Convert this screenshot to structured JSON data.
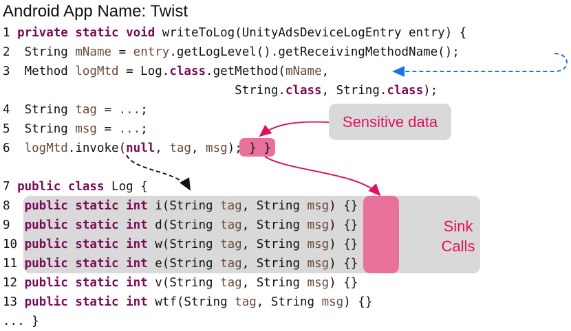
{
  "title": "Android App Name: Twist",
  "sensitive_label": "Sensitive data",
  "sink_label_1": "Sink",
  "sink_label_2": "Calls",
  "colors": {
    "keyword": "#7a0a57",
    "variable": "#6b4a3a",
    "dots": "#1f3fcf",
    "highlight": "#e7719a",
    "label": "#e0115f",
    "box": "#d9d9d9"
  },
  "lines": [
    {
      "id": "l1",
      "tokens": [
        [
          "plain",
          "1 "
        ],
        [
          "kw",
          "private static void"
        ],
        [
          "plain",
          " writeToLog(UnityAdsDeviceLogEntry entry) {"
        ]
      ]
    },
    {
      "id": "l2",
      "tokens": [
        [
          "plain",
          "2  String "
        ],
        [
          "var",
          "mName"
        ],
        [
          "plain",
          " = "
        ],
        [
          "var",
          "entry"
        ],
        [
          "plain",
          ".getLogLevel().getReceivingMethodName();"
        ]
      ]
    },
    {
      "id": "l3",
      "tokens": [
        [
          "plain",
          "3  Method "
        ],
        [
          "var",
          "logMtd"
        ],
        [
          "plain",
          " = Log."
        ],
        [
          "kw",
          "class"
        ],
        [
          "plain",
          ".getMethod("
        ],
        [
          "var",
          "mName"
        ],
        [
          "plain",
          ","
        ]
      ]
    },
    {
      "id": "l3b",
      "tokens": [
        [
          "plain",
          "                                String."
        ],
        [
          "kw",
          "class"
        ],
        [
          "plain",
          ", String."
        ],
        [
          "kw",
          "class"
        ],
        [
          "plain",
          ");"
        ]
      ]
    },
    {
      "id": "l4",
      "tokens": [
        [
          "plain",
          "4  String "
        ],
        [
          "var",
          "tag"
        ],
        [
          "plain",
          " = "
        ],
        [
          "dots",
          "..."
        ],
        [
          "plain",
          ";"
        ]
      ]
    },
    {
      "id": "l5",
      "tokens": [
        [
          "plain",
          "5  String "
        ],
        [
          "var",
          "msg"
        ],
        [
          "plain",
          " = "
        ],
        [
          "dots",
          "..."
        ],
        [
          "plain",
          ";"
        ]
      ]
    },
    {
      "id": "l6",
      "tokens": [
        [
          "plain",
          "6  "
        ],
        [
          "var",
          "logMtd"
        ],
        [
          "plain",
          ".invoke("
        ],
        [
          "kw",
          "null"
        ],
        [
          "plain",
          ", "
        ],
        [
          "var",
          "tag"
        ],
        [
          "plain",
          ", "
        ],
        [
          "var",
          "msg"
        ],
        [
          "plain",
          "); } }"
        ]
      ]
    },
    {
      "id": "l7",
      "tokens": [
        [
          "plain",
          "7 "
        ],
        [
          "kw",
          "public class"
        ],
        [
          "plain",
          " Log {"
        ]
      ]
    },
    {
      "id": "l8",
      "tokens": [
        [
          "plain",
          "8  "
        ],
        [
          "kw",
          "public static int"
        ],
        [
          "plain",
          " i(String "
        ],
        [
          "var",
          "tag"
        ],
        [
          "plain",
          ", String "
        ],
        [
          "var",
          "msg"
        ],
        [
          "plain",
          ") {}"
        ]
      ]
    },
    {
      "id": "l9",
      "tokens": [
        [
          "plain",
          "9  "
        ],
        [
          "kw",
          "public static int"
        ],
        [
          "plain",
          " d(String "
        ],
        [
          "var",
          "tag"
        ],
        [
          "plain",
          ", String "
        ],
        [
          "var",
          "msg"
        ],
        [
          "plain",
          ") {}"
        ]
      ]
    },
    {
      "id": "l10",
      "tokens": [
        [
          "plain",
          "10 "
        ],
        [
          "kw",
          "public static int"
        ],
        [
          "plain",
          " w(String "
        ],
        [
          "var",
          "tag"
        ],
        [
          "plain",
          ", String "
        ],
        [
          "var",
          "msg"
        ],
        [
          "plain",
          ") {}"
        ]
      ]
    },
    {
      "id": "l11",
      "tokens": [
        [
          "plain",
          "11 "
        ],
        [
          "kw",
          "public static int"
        ],
        [
          "plain",
          " e(String "
        ],
        [
          "var",
          "tag"
        ],
        [
          "plain",
          ", String "
        ],
        [
          "var",
          "msg"
        ],
        [
          "plain",
          ") {}"
        ]
      ]
    },
    {
      "id": "l12",
      "tokens": [
        [
          "plain",
          "12 "
        ],
        [
          "kw",
          "public static int"
        ],
        [
          "plain",
          " v(String "
        ],
        [
          "var",
          "tag"
        ],
        [
          "plain",
          ", String "
        ],
        [
          "var",
          "msg"
        ],
        [
          "plain",
          ") {}"
        ]
      ]
    },
    {
      "id": "l13",
      "tokens": [
        [
          "plain",
          "13 "
        ],
        [
          "kw",
          "public static int"
        ],
        [
          "plain",
          " wtf(String "
        ],
        [
          "var",
          "tag"
        ],
        [
          "plain",
          ", String "
        ],
        [
          "var",
          "msg"
        ],
        [
          "plain",
          ") {}"
        ]
      ]
    },
    {
      "id": "l14",
      "tokens": [
        [
          "plain",
          "... }"
        ]
      ]
    }
  ]
}
